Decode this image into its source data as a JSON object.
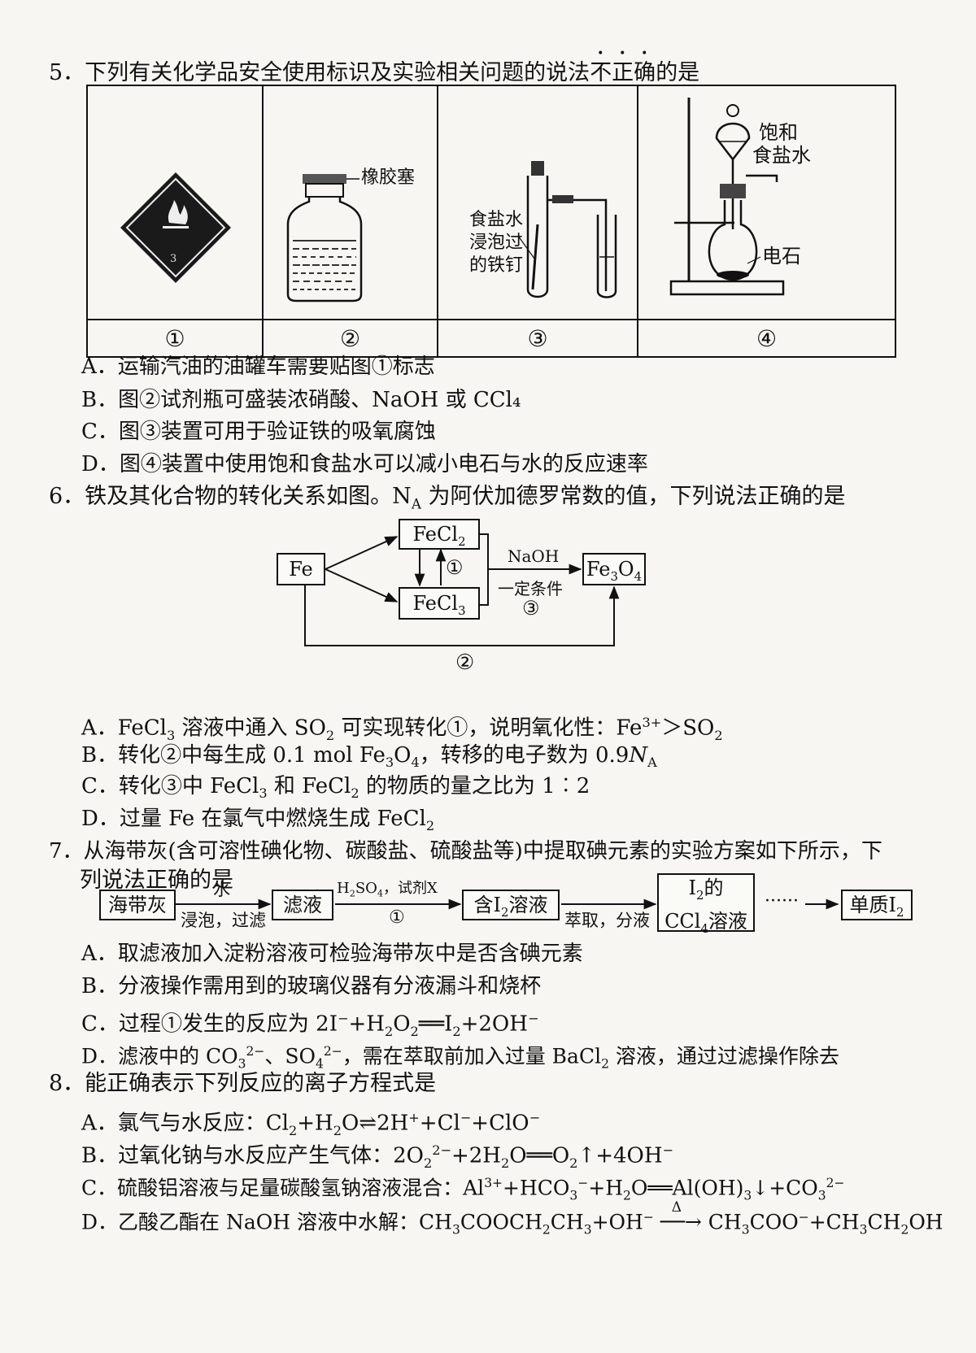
{
  "q5": {
    "stem_pre": "5．下列有关化学品安全使用标识及实验相关问题的说法",
    "stem_emph": "不正确",
    "stem_post": "的是",
    "fig": {
      "labels": [
        "①",
        "②",
        "③",
        "④"
      ],
      "diamond_number": "3",
      "stopper_label": "橡胶塞",
      "nail_label": [
        "食盐水",
        "浸泡过",
        "的铁钉"
      ],
      "brine_label": [
        "饱和",
        "食盐水"
      ],
      "carbide_label": "电石"
    },
    "options": [
      "A．运输汽油的油罐车需要贴图①标志",
      "B．图②试剂瓶可盛装浓硝酸、NaOH 或 CCl₄",
      "C．图③装置可用于验证铁的吸氧腐蚀",
      "D．图④装置中使用饱和食盐水可以减小电石与水的反应速率"
    ]
  },
  "q6": {
    "stem": "6．铁及其化合物的转化关系如图。N<sub>A</sub> 为阿伏加德罗常数的值，下列说法正确的是",
    "diagram": {
      "fe": "Fe",
      "fecl2": "FeCl<sub>2</sub>",
      "fecl3": "FeCl<sub>3</sub>",
      "fe3o4": "Fe<sub>3</sub>O<sub>4</sub>",
      "step1": "①",
      "step2": "②",
      "step3": "③",
      "naoh": "NaOH",
      "condition": "一定条件"
    },
    "options": [
      "A．FeCl<sub>3</sub> 溶液中通入 SO<sub>2</sub> 可实现转化①，说明氧化性：Fe<sup>3+</sup>＞SO<sub>2</sub>",
      "B．转化②中每生成 0.1 mol Fe<sub>3</sub>O<sub>4</sub>，转移的电子数为 0.9<i>N</i><sub>A</sub>",
      "C．转化③中 FeCl<sub>3</sub> 和 FeCl<sub>2</sub> 的物质的量之比为 1︰2",
      "D．过量 Fe 在氯气中燃烧生成 FeCl<sub>2</sub>"
    ]
  },
  "q7": {
    "stem_line1": "7．从海带灰(含可溶性碘化物、碳酸盐、硫酸盐等)中提取碘元素的实验方案如下所示，下",
    "stem_line2": "列说法正确的是",
    "flow": {
      "box1": "海带灰",
      "water": "水",
      "soak": "浸泡，过滤",
      "box2": "滤液",
      "reagent": "H<sub>2</sub>SO<sub>4</sub>，试剂X",
      "step1": "①",
      "box3": "含I<sub>2</sub>溶液",
      "extract": "萃取，分液",
      "box4_line1": "I<sub>2</sub>的",
      "box4_line2": "CCl<sub>4</sub>溶液",
      "dots": "······",
      "box5": "单质I<sub>2</sub>"
    },
    "options": [
      "A．取滤液加入淀粉溶液可检验海带灰中是否含碘元素",
      "B．分液操作需用到的玻璃仪器有分液漏斗和烧杯",
      "C．过程①发生的反应为 2I<sup>−</sup>+H<sub>2</sub>O<sub>2</sub>══I<sub>2</sub>+2OH<sup>−</sup>",
      "D．滤液中的 CO<sub>3</sub><sup>2−</sup>、SO<sub>4</sub><sup>2−</sup>，需在萃取前加入过量 BaCl<sub>2</sub> 溶液，通过过滤操作除去"
    ]
  },
  "q8": {
    "stem": "8．能正确表示下列反应的离子方程式是",
    "options": [
      "A．氯气与水反应：Cl<sub>2</sub>+H<sub>2</sub>O⇌2H<sup>+</sup>+Cl<sup>−</sup>+ClO<sup>−</sup>",
      "B．过氧化钠与水反应产生气体：2O<sub>2</sub><sup>2−</sup>+2H<sub>2</sub>O══O<sub>2</sub>↑+4OH<sup>−</sup>",
      "C．硫酸铝溶液与足量碳酸氢钠溶液混合：Al<sup>3+</sup>+HCO<sub>3</sub><sup>−</sup>+H<sub>2</sub>O══Al(OH)<sub>3</sub>↓+CO<sub>3</sub><sup>2−</sup>",
      "D．乙酸乙酯在 NaOH 溶液中水解：CH<sub>3</sub>COOCH<sub>2</sub>CH<sub>3</sub>+OH<sup>−</sup> <span style=\"position:relative;display:inline-block\"><span style=\"position:absolute;left:14px;top:-18px;font-size:17px\">Δ</span>──→</span> CH<sub>3</sub>COO<sup>−</sup>+CH<sub>3</sub>CH<sub>2</sub>OH"
    ]
  }
}
